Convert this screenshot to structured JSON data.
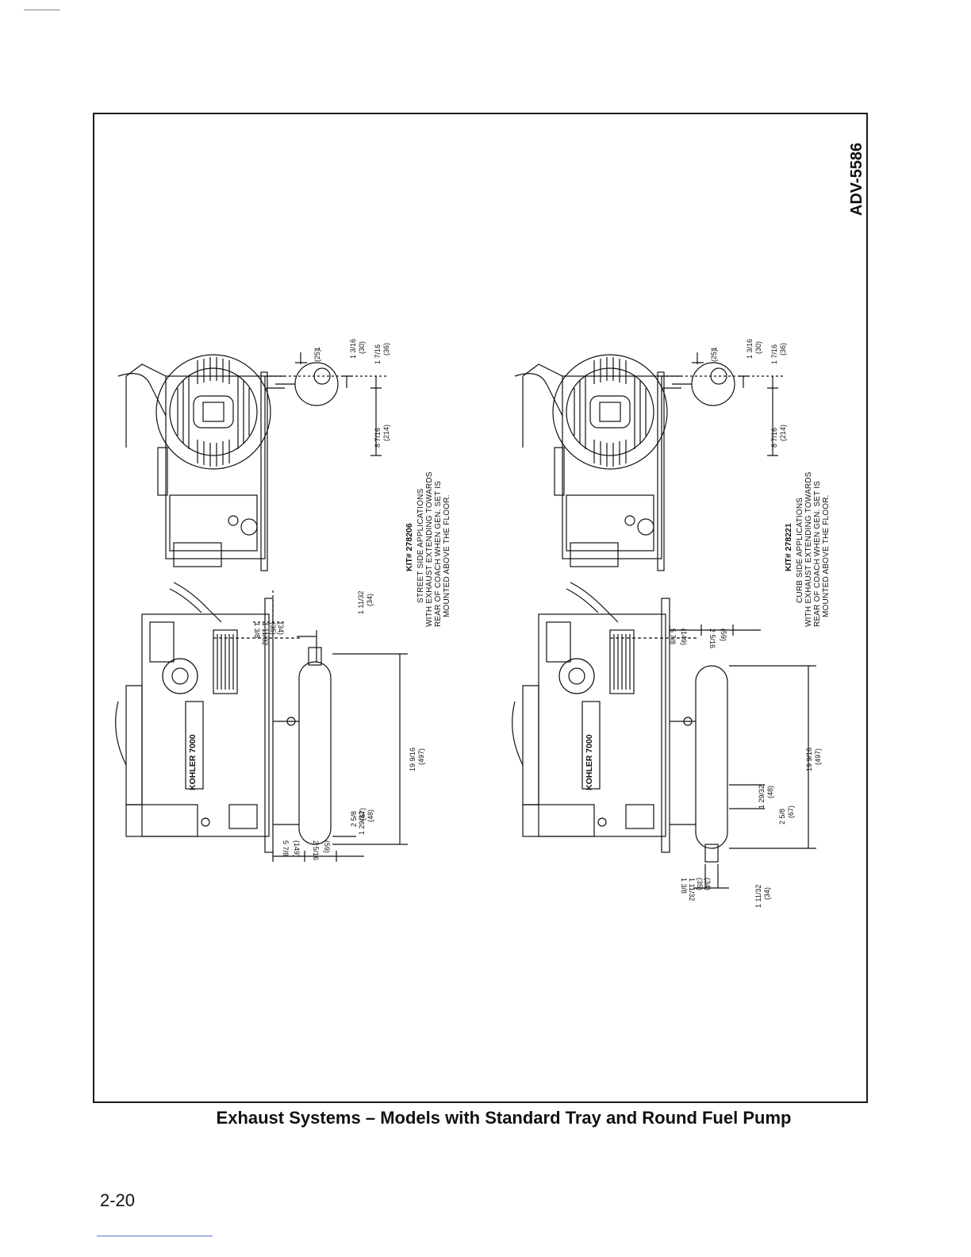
{
  "drawing_id": "ADV-5586",
  "caption": "Exhaust Systems – Models with Standard Tray and Round Fuel Pump",
  "page_number": "2-20",
  "views": [
    {
      "kit": "KIT# 278206",
      "notes": [
        "STREET SIDE APPLICATIONS",
        "WITH EXHAUST EXTENDING TOWARDS",
        "REAR OF COACH WHEN GEN. SET IS",
        "MOUNTED ABOVE THE FLOOR."
      ],
      "engine_label": "KOHLER 7000",
      "dims_top": {
        "d1": "1",
        "d1_mm": "(25)",
        "d2": "1 3/16",
        "d2_mm": "(30)",
        "d3": "1 7/16",
        "d3_mm": "(36)",
        "d4": "8 7/16",
        "d4_mm": "(214)"
      },
      "dims_bottom": {
        "a": "1 3/8",
        "a_mm": "(35)",
        "b": "1 11/32",
        "b_mm": "(34)",
        "c": "19 9/16",
        "c_mm": "(497)",
        "d": "2 5/8",
        "d_mm": "(67)",
        "e": "1 29/32",
        "e_mm": "(48)",
        "f": "5 7/8",
        "f_mm": "(149)",
        "g": "2 5/16",
        "g_mm": "(59)"
      }
    },
    {
      "kit": "KIT# 278221",
      "notes": [
        "CURB SIDE APPLICATIONS",
        "WITH EXHAUST EXTENDING TOWARDS",
        "REAR OF COACH WHEN GEN. SET IS",
        "MOUNTED ABOVE THE FLOOR."
      ],
      "engine_label": "KOHLER 7000",
      "dims_top": {
        "d1": "1",
        "d1_mm": "(25)",
        "d2": "1 3/16",
        "d2_mm": "(30)",
        "d3": "1 7/16",
        "d3_mm": "(36)",
        "d4": "8 7/16",
        "d4_mm": "(214)"
      },
      "dims_bottom": {
        "a": "1 3/8",
        "a_mm": "(35)",
        "b": "1 11/32",
        "b_mm": "(34)",
        "c": "19 9/16",
        "c_mm": "(497)",
        "d": "2 5/8",
        "d_mm": "(67)",
        "e": "1 29/32",
        "e_mm": "(48)",
        "f": "5 7/8",
        "f_mm": "(149)",
        "g": "2 5/16",
        "g_mm": "(59)"
      }
    }
  ]
}
